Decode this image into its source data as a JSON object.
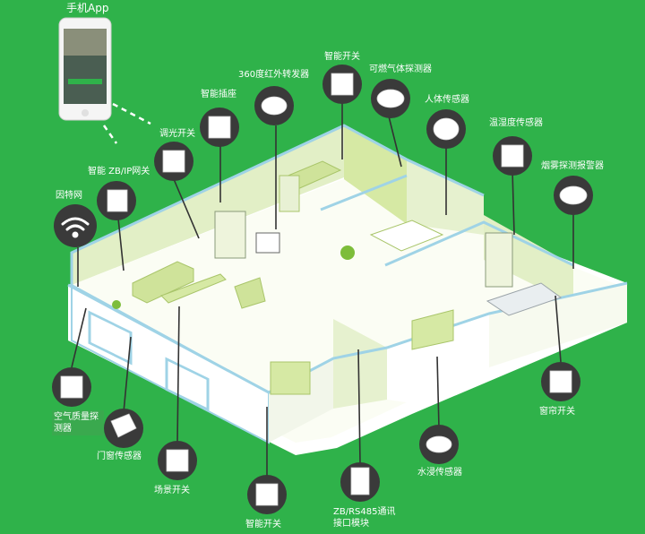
{
  "app_label": "手机App",
  "internet_label": "因特网",
  "labels": {
    "gateway": "智能 ZB/IP网关",
    "dimmer": "调光开关",
    "socket": "智能插座",
    "ir": "360度红外转发器",
    "switch_top": "智能开关",
    "gas": "可燃气体探测器",
    "human": "人体传感器",
    "temp": "温湿度传感器",
    "smoke": "烟雾探测报警器",
    "air": "空气质量探测器",
    "door": "门窗传感器",
    "scene": "场景开关",
    "switch_bottom": "智能开关",
    "module": "ZB/RS485通讯接口模块",
    "water": "水浸传感器",
    "curtain": "窗帘开关"
  },
  "colors": {
    "background": "#2fb24a",
    "node": "#3a3a3a",
    "wall_trim": "#9fd3e6",
    "floor": "#fbfdf4",
    "accent_green": "#d6e9a4"
  }
}
